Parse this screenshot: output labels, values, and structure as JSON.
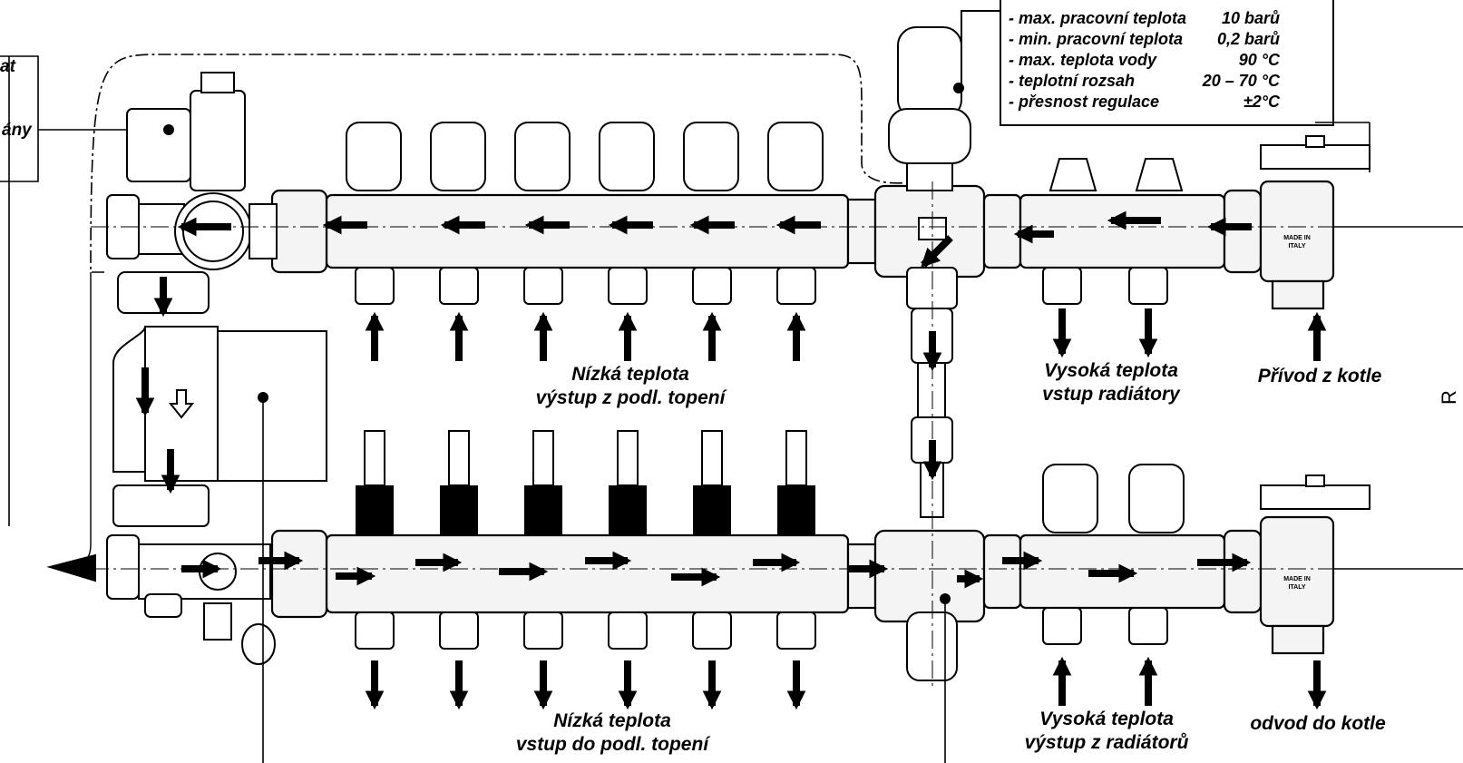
{
  "specs": [
    {
      "name": "- max. pracovní teplota",
      "value": "10 barů"
    },
    {
      "name": "- min. pracovní teplota",
      "value": "0,2 barů"
    },
    {
      "name": "- max. teplota vody",
      "value": "90 °C"
    },
    {
      "name": "- teplotní rozsah",
      "value": "20 – 70 °C"
    },
    {
      "name": "- přesnost regulace",
      "value": "±2°C"
    }
  ],
  "labels": {
    "low_out_1": "Nízká teplota",
    "low_out_2": "výstup z podl. topení",
    "low_in_1": "Nízká teplota",
    "low_in_2": "vstup do podl. topení",
    "high_in_1": "Vysoká teplota",
    "high_in_2": "vstup radiátory",
    "high_out_1": "Vysoká teplota",
    "high_out_2": "výstup z radiátorů",
    "supply": "Přívod z kotle",
    "return": "odvod do kotle"
  },
  "fragments": {
    "top_left": "at",
    "left": "ány",
    "right_edge": "R"
  },
  "valve_marking": {
    "line1": "MADE IN",
    "line2": "ITALY"
  },
  "colors": {
    "ink": "#000000",
    "paper": "#ffffff",
    "bar_fill": "#f4f4f4"
  }
}
